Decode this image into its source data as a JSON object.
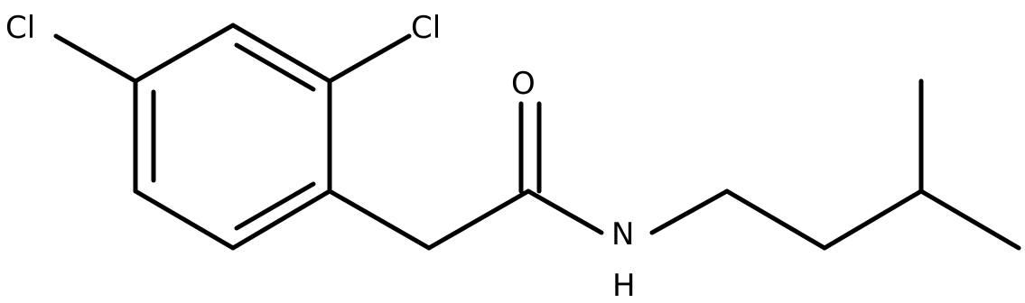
{
  "molecule": {
    "atoms": {
      "cl_left": "Cl",
      "cl_right": "Cl",
      "oxygen": "O",
      "nitrogen_n": "N",
      "nitrogen_h": "H"
    }
  }
}
